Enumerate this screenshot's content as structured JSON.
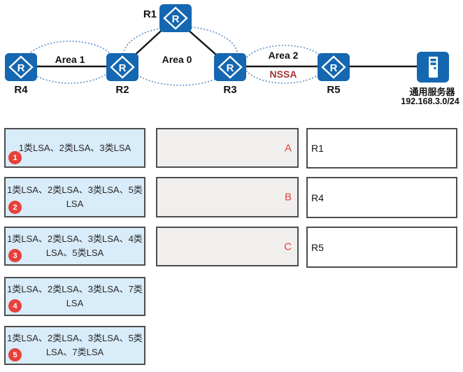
{
  "diagram": {
    "router_glyph": "R",
    "routers": [
      {
        "name": "R1"
      },
      {
        "name": "R4"
      },
      {
        "name": "R2"
      },
      {
        "name": "R3"
      },
      {
        "name": "R5"
      }
    ],
    "area_labels": [
      "Area 1",
      "Area 0",
      "Area 2"
    ],
    "nssa_label": "NSSA",
    "server": {
      "name": "通用服务器",
      "subnet": "192.168.3.0/24"
    }
  },
  "matching": {
    "options": [
      {
        "num": "1",
        "text": "1类LSA、2类LSA、3类LSA"
      },
      {
        "num": "2",
        "text": "1类LSA、2类LSA、3类LSA、5类LSA"
      },
      {
        "num": "3",
        "text": "1类LSA、2类LSA、3类LSA、4类LSA、5类LSA"
      },
      {
        "num": "4",
        "text": "1类LSA、2类LSA、3类LSA、7类LSA"
      },
      {
        "num": "5",
        "text": "1类LSA、2类LSA、3类LSA、5类LSA、7类LSA"
      }
    ],
    "answer_slots": [
      {
        "letter": "A"
      },
      {
        "letter": "B"
      },
      {
        "letter": "C"
      }
    ],
    "targets": [
      {
        "label": "R1"
      },
      {
        "label": "R4"
      },
      {
        "label": "R5"
      }
    ]
  },
  "colors": {
    "router_blue": "#1467b0",
    "option_fill": "#d9ecf9",
    "slot_fill": "#f0efee",
    "box_border": "#4d4d4d",
    "accent_red": "#e8403a",
    "nssa_red": "#a33535",
    "area_ellipse_blue": "#5b8fc9"
  }
}
